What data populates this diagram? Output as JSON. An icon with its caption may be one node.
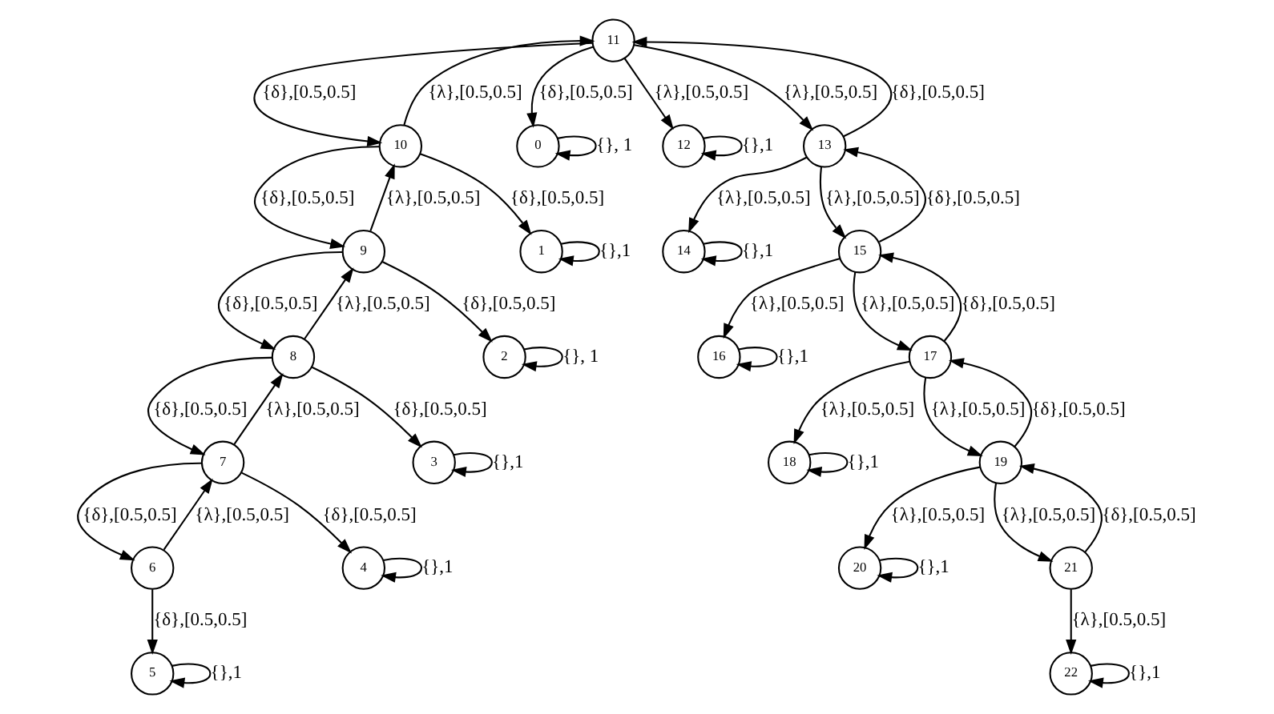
{
  "diagram": {
    "nodes": [
      {
        "text": [
          "0"
        ]
      },
      {
        "text": [
          "1"
        ]
      },
      {
        "text": [
          "2"
        ]
      },
      {
        "text": [
          "3"
        ]
      },
      {
        "text": [
          "4"
        ]
      },
      {
        "text": [
          "5"
        ]
      },
      {
        "text": [
          "6"
        ]
      },
      {
        "text": [
          "7"
        ]
      },
      {
        "text": [
          "8"
        ]
      },
      {
        "text": [
          "9"
        ]
      },
      {
        "text": [
          "10"
        ]
      },
      {
        "text": [
          "11"
        ]
      },
      {
        "text": [
          "12"
        ]
      },
      {
        "text": [
          "13"
        ]
      },
      {
        "text": [
          "14"
        ]
      },
      {
        "text": [
          "15"
        ]
      },
      {
        "text": [
          "16"
        ]
      },
      {
        "text": [
          "17"
        ]
      },
      {
        "text": [
          "18"
        ]
      },
      {
        "text": [
          "19"
        ]
      },
      {
        "text": [
          "20"
        ]
      },
      {
        "text": [
          "21"
        ]
      },
      {
        "text": [
          "22"
        ]
      }
    ],
    "edges": [
      {
        "from": 11,
        "to": 0,
        "arrow": "to",
        "label": "{δ},[0.5,0.5]"
      },
      {
        "from": 0,
        "to": 0,
        "arrow": "to",
        "label": "{}, 1"
      },
      {
        "from": 11,
        "to": 10,
        "arrow": "to",
        "label": "{δ},[0.5,0.5]"
      },
      {
        "from": 10,
        "to": 11,
        "arrow": "to",
        "label": "{λ},[0.5,0.5]"
      },
      {
        "from": 11,
        "to": 13,
        "arrow": "to",
        "label": "{λ},[0.5,0.5]"
      },
      {
        "from": 13,
        "to": 11,
        "arrow": "to",
        "label": "{δ},[0.5,0.5]"
      },
      {
        "from": 11,
        "to": 12,
        "arrow": "to",
        "label": "{λ},[0.5,0.5]"
      },
      {
        "from": 12,
        "to": 12,
        "arrow": "to",
        "label": "{},1"
      },
      {
        "from": 10,
        "to": 9,
        "arrow": "to",
        "label": "{δ},[0.5,0.5]"
      },
      {
        "from": 9,
        "to": 10,
        "arrow": "to",
        "label": "{λ},[0.5,0.5]"
      },
      {
        "from": 10,
        "to": 1,
        "arrow": "to",
        "label": "{δ},[0.5,0.5]"
      },
      {
        "from": 1,
        "to": 1,
        "arrow": "to",
        "label": "{},1"
      },
      {
        "from": 13,
        "to": 14,
        "arrow": "to",
        "label": "{λ},[0.5,0.5]"
      },
      {
        "from": 14,
        "to": 14,
        "arrow": "to",
        "label": "{},1"
      },
      {
        "from": 13,
        "to": 15,
        "arrow": "to",
        "label": "{λ},[0.5,0.5]"
      },
      {
        "from": 15,
        "to": 13,
        "arrow": "to",
        "label": "{δ},[0.5,0.5]"
      },
      {
        "from": 9,
        "to": 8,
        "arrow": "to",
        "label": "{δ},[0.5,0.5]"
      },
      {
        "from": 8,
        "to": 9,
        "arrow": "to",
        "label": "{λ},[0.5,0.5]"
      },
      {
        "from": 9,
        "to": 2,
        "arrow": "to",
        "label": "{δ},[0.5,0.5]"
      },
      {
        "from": 2,
        "to": 2,
        "arrow": "to",
        "label": "{}, 1"
      },
      {
        "from": 15,
        "to": 16,
        "arrow": "to",
        "label": "{λ},[0.5,0.5]"
      },
      {
        "from": 16,
        "to": 16,
        "arrow": "to",
        "label": "{},1"
      },
      {
        "from": 15,
        "to": 17,
        "arrow": "to",
        "label": "{λ},[0.5,0.5]"
      },
      {
        "from": 17,
        "to": 15,
        "arrow": "to",
        "label": "{δ},[0.5,0.5]"
      },
      {
        "from": 8,
        "to": 7,
        "arrow": "to",
        "label": "{δ},[0.5,0.5]"
      },
      {
        "from": 7,
        "to": 8,
        "arrow": "to",
        "label": "{λ},[0.5,0.5]"
      },
      {
        "from": 8,
        "to": 3,
        "arrow": "to",
        "label": "{δ},[0.5,0.5]"
      },
      {
        "from": 3,
        "to": 3,
        "arrow": "to",
        "label": "{},1"
      },
      {
        "from": 17,
        "to": 18,
        "arrow": "to",
        "label": "{λ},[0.5,0.5]"
      },
      {
        "from": 18,
        "to": 18,
        "arrow": "to",
        "label": "{},1"
      },
      {
        "from": 17,
        "to": 19,
        "arrow": "to",
        "label": "{λ},[0.5,0.5]"
      },
      {
        "from": 19,
        "to": 17,
        "arrow": "to",
        "label": "{δ},[0.5,0.5]"
      },
      {
        "from": 7,
        "to": 6,
        "arrow": "to",
        "label": "{δ},[0.5,0.5]"
      },
      {
        "from": 6,
        "to": 7,
        "arrow": "to",
        "label": "{λ},[0.5,0.5]"
      },
      {
        "from": 7,
        "to": 4,
        "arrow": "to",
        "label": "{δ},[0.5,0.5]"
      },
      {
        "from": 4,
        "to": 4,
        "arrow": "to",
        "label": "{},1"
      },
      {
        "from": 19,
        "to": 20,
        "arrow": "to",
        "label": "{λ},[0.5,0.5]"
      },
      {
        "from": 20,
        "to": 20,
        "arrow": "to",
        "label": "{},1"
      },
      {
        "from": 19,
        "to": 21,
        "arrow": "to",
        "label": "{λ},[0.5,0.5]"
      },
      {
        "from": 21,
        "to": 19,
        "arrow": "to",
        "label": "{δ},[0.5,0.5]"
      },
      {
        "from": 6,
        "to": 5,
        "arrow": "to",
        "label": "{δ},[0.5,0.5]"
      },
      {
        "from": 5,
        "to": 5,
        "arrow": "to",
        "label": "{},1"
      },
      {
        "from": 21,
        "to": 22,
        "arrow": "to",
        "label": "{λ},[0.5,0.5]"
      },
      {
        "from": 22,
        "to": 22,
        "arrow": "to",
        "label": "{},1"
      }
    ]
  }
}
